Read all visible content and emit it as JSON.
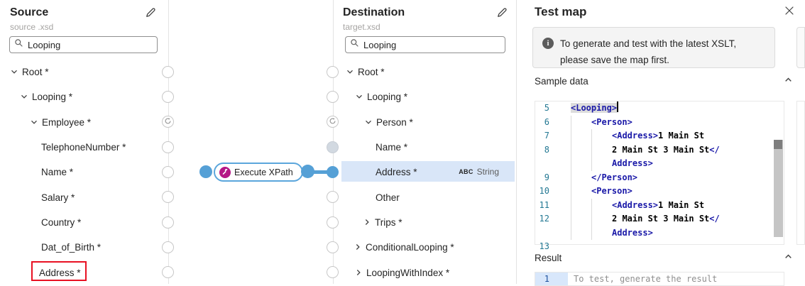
{
  "source": {
    "title": "Source",
    "subtitle": "source .xsd",
    "search_value": "Looping",
    "tree": [
      {
        "label": "Root *"
      },
      {
        "label": "Looping *"
      },
      {
        "label": "Employee *"
      },
      {
        "label": "TelephoneNumber *"
      },
      {
        "label": "Name *"
      },
      {
        "label": "Salary *"
      },
      {
        "label": "Country *"
      },
      {
        "label": "Dat_of_Birth *"
      },
      {
        "label": "Address *"
      }
    ]
  },
  "destination": {
    "title": "Destination",
    "subtitle": "target.xsd",
    "search_value": "Looping",
    "tree": [
      {
        "label": "Root *"
      },
      {
        "label": "Looping *"
      },
      {
        "label": "Person *"
      },
      {
        "label": "Name *"
      },
      {
        "label": "Address *"
      },
      {
        "label": "Other"
      },
      {
        "label": "Trips *"
      },
      {
        "label": "ConditionalLooping *"
      },
      {
        "label": "LoopingWithIndex *"
      }
    ],
    "selected_node": {
      "label": "Address *",
      "type_abc": "ABC",
      "type_name": "String"
    }
  },
  "canvas": {
    "function_label": "Execute XPath"
  },
  "testmap": {
    "title": "Test map",
    "banner_line1": "To generate and test with the latest XSLT,",
    "banner_line2": "please save the map first.",
    "sample_header": "Sample data",
    "result_header": "Result",
    "result_line_number": "1",
    "result_placeholder": "To test, generate the result",
    "editor": {
      "lines": {
        "r0": {
          "num": "5",
          "t0": "<Looping>"
        },
        "r1": {
          "num": "6",
          "t0": "<Person>"
        },
        "r2": {
          "num": "7",
          "t0": "<Address>",
          "t1": "1 Main St"
        },
        "r3": {
          "num": "8",
          "t0": "2 Main St 3 Main St",
          "t1": "</"
        },
        "r4": {
          "num": "",
          "t0": "Address>"
        },
        "r5": {
          "num": "9",
          "t0": "</Person>"
        },
        "r6": {
          "num": "10",
          "t0": "<Person>"
        },
        "r7": {
          "num": "11",
          "t0": "<Address>",
          "t1": "1 Main St"
        },
        "r8": {
          "num": "12",
          "t0": "2 Main St 3 Main St",
          "t1": "</"
        },
        "r9": {
          "num": "",
          "t0": "Address>"
        },
        "r10": {
          "num": "13"
        }
      }
    }
  },
  "icons": {
    "edit": "pencil-icon",
    "search": "magnifier-icon",
    "loop": "loop-arrow-icon",
    "function": "wrench-icon",
    "info": "info-icon",
    "close": "close-icon",
    "collapse": "chevron-up-icon",
    "expanded": "chevron-down-icon",
    "collapsed": "chevron-right-icon"
  },
  "colors": {
    "accent_blue": "#55a0d6",
    "function_magenta": "#b51786",
    "annotation_red": "#e81123",
    "selected_row": "#d9e6f8",
    "xml_tag": "#1a19a8",
    "line_number": "#237893"
  }
}
